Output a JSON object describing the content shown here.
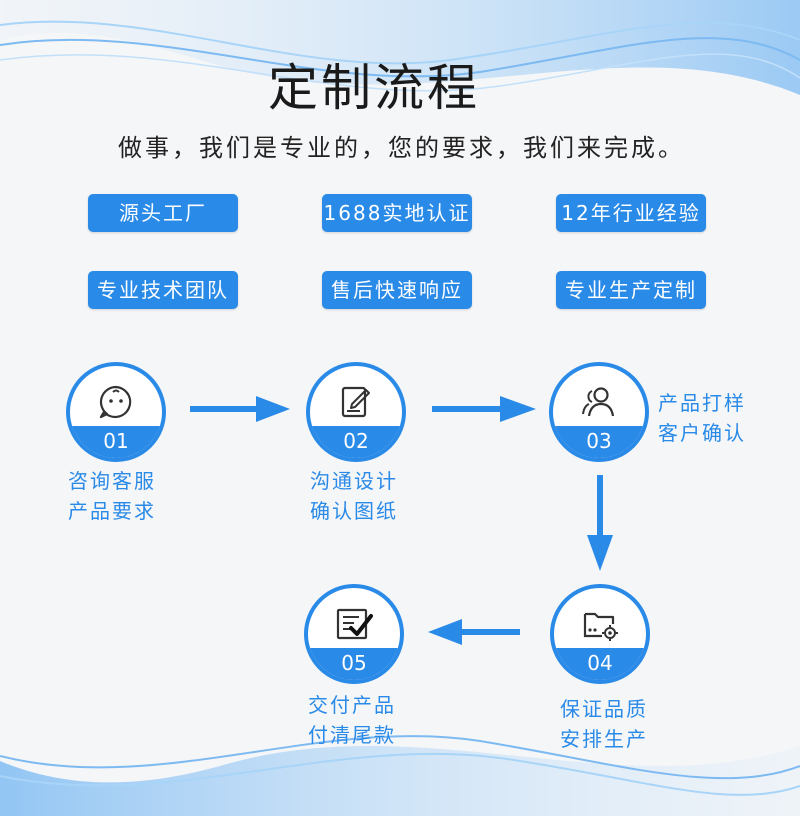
{
  "title": "定制流程",
  "subtitle": "做事，我们是专业的，您的要求，我们来完成。",
  "badges": [
    "源头工厂",
    "1688实地认证",
    "12年行业经验",
    "专业技术团队",
    "售后快速响应",
    "专业生产定制"
  ],
  "steps": [
    {
      "number": "01",
      "line1": "咨询客服",
      "line2": "产品要求",
      "icon": "chat-face-icon"
    },
    {
      "number": "02",
      "line1": "沟通设计",
      "line2": "确认图纸",
      "icon": "edit-document-icon"
    },
    {
      "number": "03",
      "line1": "产品打样",
      "line2": "客户确认",
      "icon": "users-icon"
    },
    {
      "number": "04",
      "line1": "保证品质",
      "line2": "安排生产",
      "icon": "folder-gear-icon"
    },
    {
      "number": "05",
      "line1": "交付产品",
      "line2": "付清尾款",
      "icon": "checklist-icon"
    }
  ],
  "colors": {
    "accent": "#2a8ae8",
    "background": "#f5f6f8",
    "text": "#1a1a1a"
  }
}
